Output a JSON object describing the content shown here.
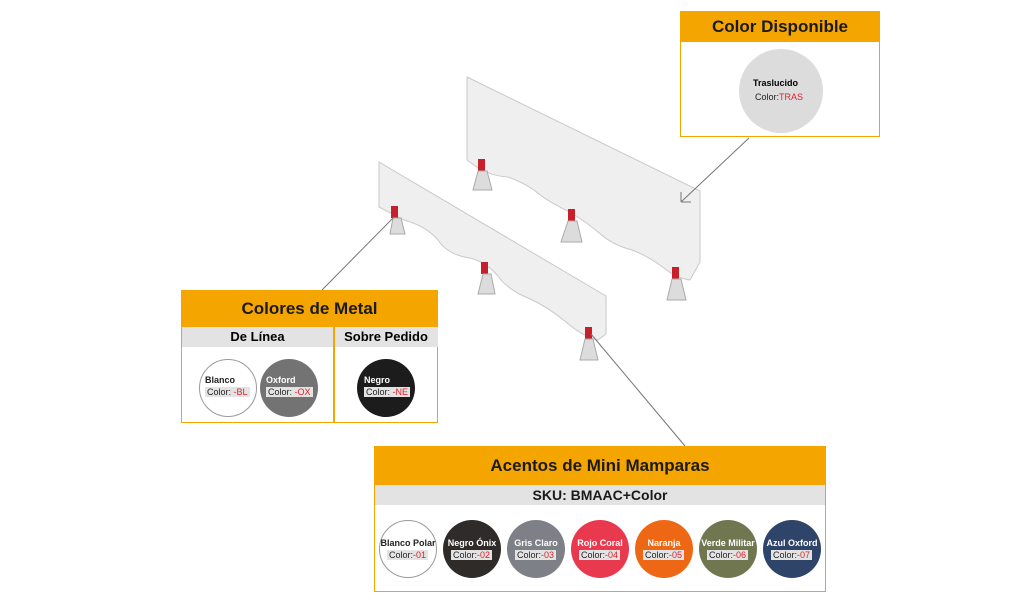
{
  "color_disponible": {
    "title": "Color Disponible",
    "swatch": {
      "name": "Traslucido",
      "code_prefix": "Color:",
      "code": "TRAS",
      "color": "#dcdcdc"
    }
  },
  "colores_metal": {
    "title": "Colores de Metal",
    "col_linea": "De Línea",
    "col_pedido": "Sobre Pedido",
    "linea": [
      {
        "name": "Blanco",
        "code_prefix": "Color: ",
        "code": "-BL",
        "color": "#ffffff"
      },
      {
        "name": "Oxford",
        "code_prefix": "Color: ",
        "code": "-OX",
        "color": "#737374"
      }
    ],
    "pedido": [
      {
        "name": "Negro",
        "code_prefix": "Color: ",
        "code": "-NE",
        "color": "#1c1c1c"
      }
    ]
  },
  "acentos": {
    "title": "Acentos de Mini Mamparas",
    "sku": "SKU: BMAAC+Color",
    "swatches": [
      {
        "name": "Blanco Polar",
        "code_prefix": "Color:",
        "code": "-01",
        "color": "#ffffff"
      },
      {
        "name": "Negro Ónix",
        "code_prefix": "Color:",
        "code": "-02",
        "color": "#2e2b29"
      },
      {
        "name": "Gris Claro",
        "code_prefix": "Color:",
        "code": "-03",
        "color": "#7d8087"
      },
      {
        "name": "Rojo Coral",
        "code_prefix": "Color:",
        "code": "-04",
        "color": "#e9394f"
      },
      {
        "name": "Naranja",
        "code_prefix": "Color:",
        "code": "-05",
        "color": "#ee6714"
      },
      {
        "name": "Verde Militar",
        "code_prefix": "Color:",
        "code": "-06",
        "color": "#6f7650"
      },
      {
        "name": "Azul Oxford",
        "code_prefix": "Color:",
        "code": "-07",
        "color": "#2e4469"
      }
    ]
  },
  "colors": {
    "accent": "#f5a500",
    "subhead_bg": "#e3e3e3",
    "code_red": "#e0202a",
    "bracket_red": "#c8202a"
  }
}
